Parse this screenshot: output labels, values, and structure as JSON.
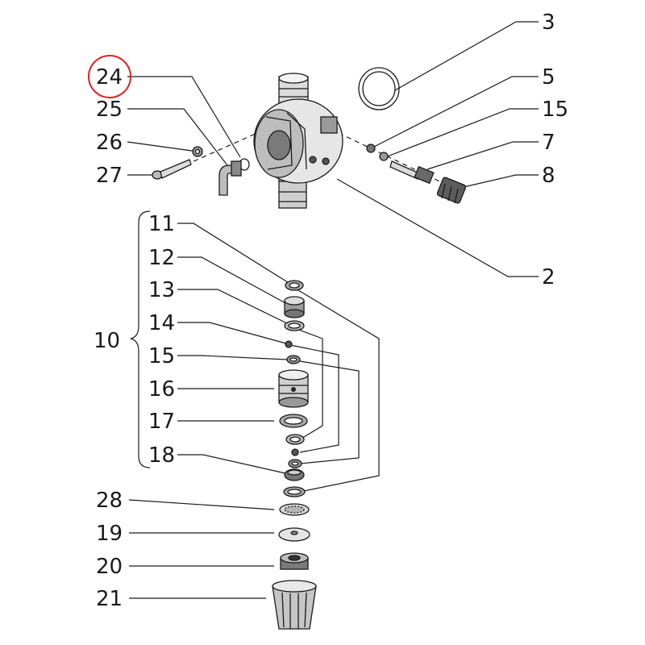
{
  "labels": {
    "p3": "3",
    "p24": "24",
    "p5": "5",
    "p25": "25",
    "p15a": "15",
    "p26": "26",
    "p7": "7",
    "p27": "27",
    "p8": "8",
    "p2": "2",
    "p11": "11",
    "p12": "12",
    "p13": "13",
    "p14": "14",
    "p10": "10",
    "p15b": "15",
    "p16": "16",
    "p17": "17",
    "p18": "18",
    "p28": "28",
    "p19": "19",
    "p20": "20",
    "p21": "21"
  },
  "highlight_color": "#e02020",
  "highlighted_label": "24"
}
